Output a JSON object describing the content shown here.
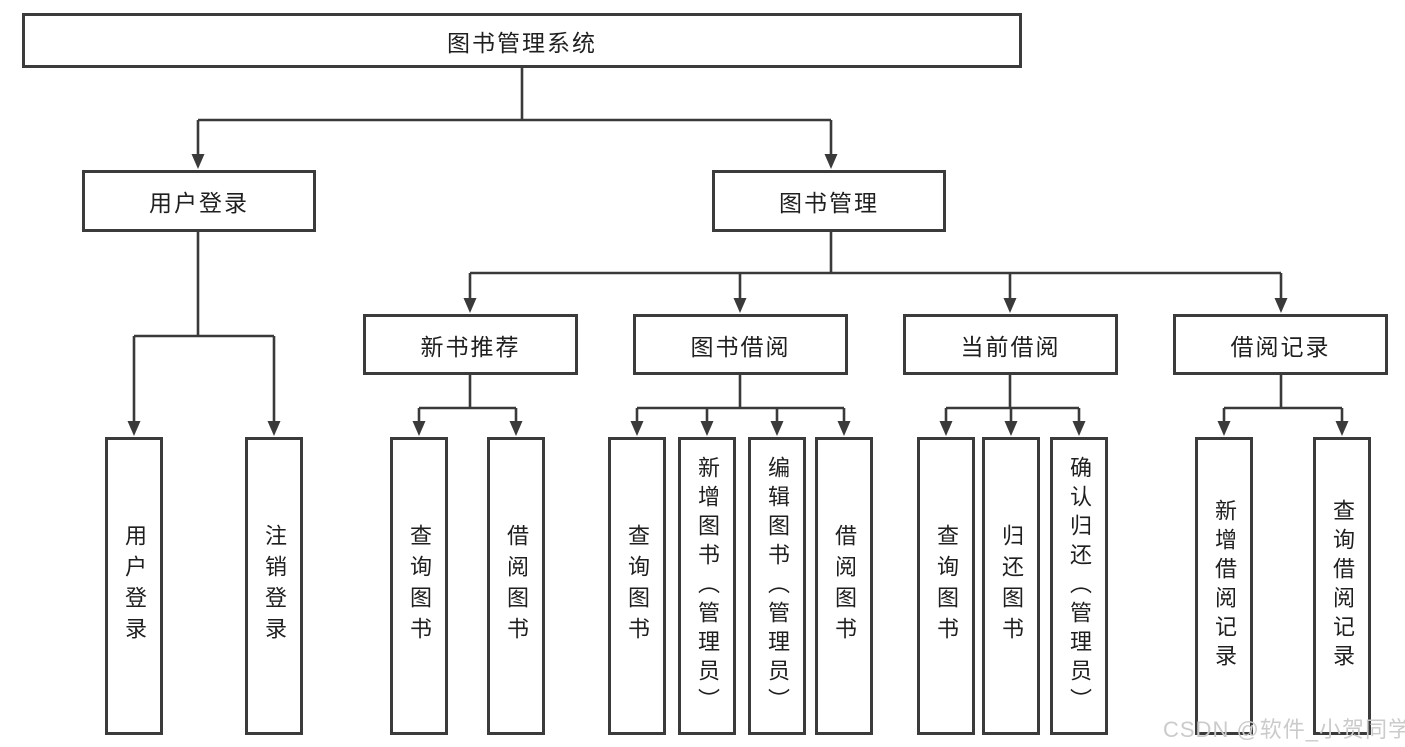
{
  "tree": {
    "root": "图书管理系统",
    "level1": [
      "用户登录",
      "图书管理"
    ],
    "level2": [
      "新书推荐",
      "图书借阅",
      "当前借阅",
      "借阅记录"
    ],
    "leaves": {
      "user_login": [
        "用户登录",
        "注销登录"
      ],
      "new_book": [
        "查询图书",
        "借阅图书"
      ],
      "book_borrow": [
        "查询图书",
        "新增图书（管理员）",
        "编辑图书（管理员）",
        "借阅图书"
      ],
      "current_borrow": [
        "查询图书",
        "归还图书",
        "确认归还（管理员）"
      ],
      "borrow_records": [
        "新增借阅记录",
        "查询借阅记录"
      ]
    }
  },
  "watermark": "CSDN @软件_小贺同学",
  "colors": {
    "line": "#3a3a3a",
    "border": "#3b3b3b",
    "text": "#1f1f1f",
    "watermark": "#cbcbcb",
    "background": "#ffffff"
  }
}
